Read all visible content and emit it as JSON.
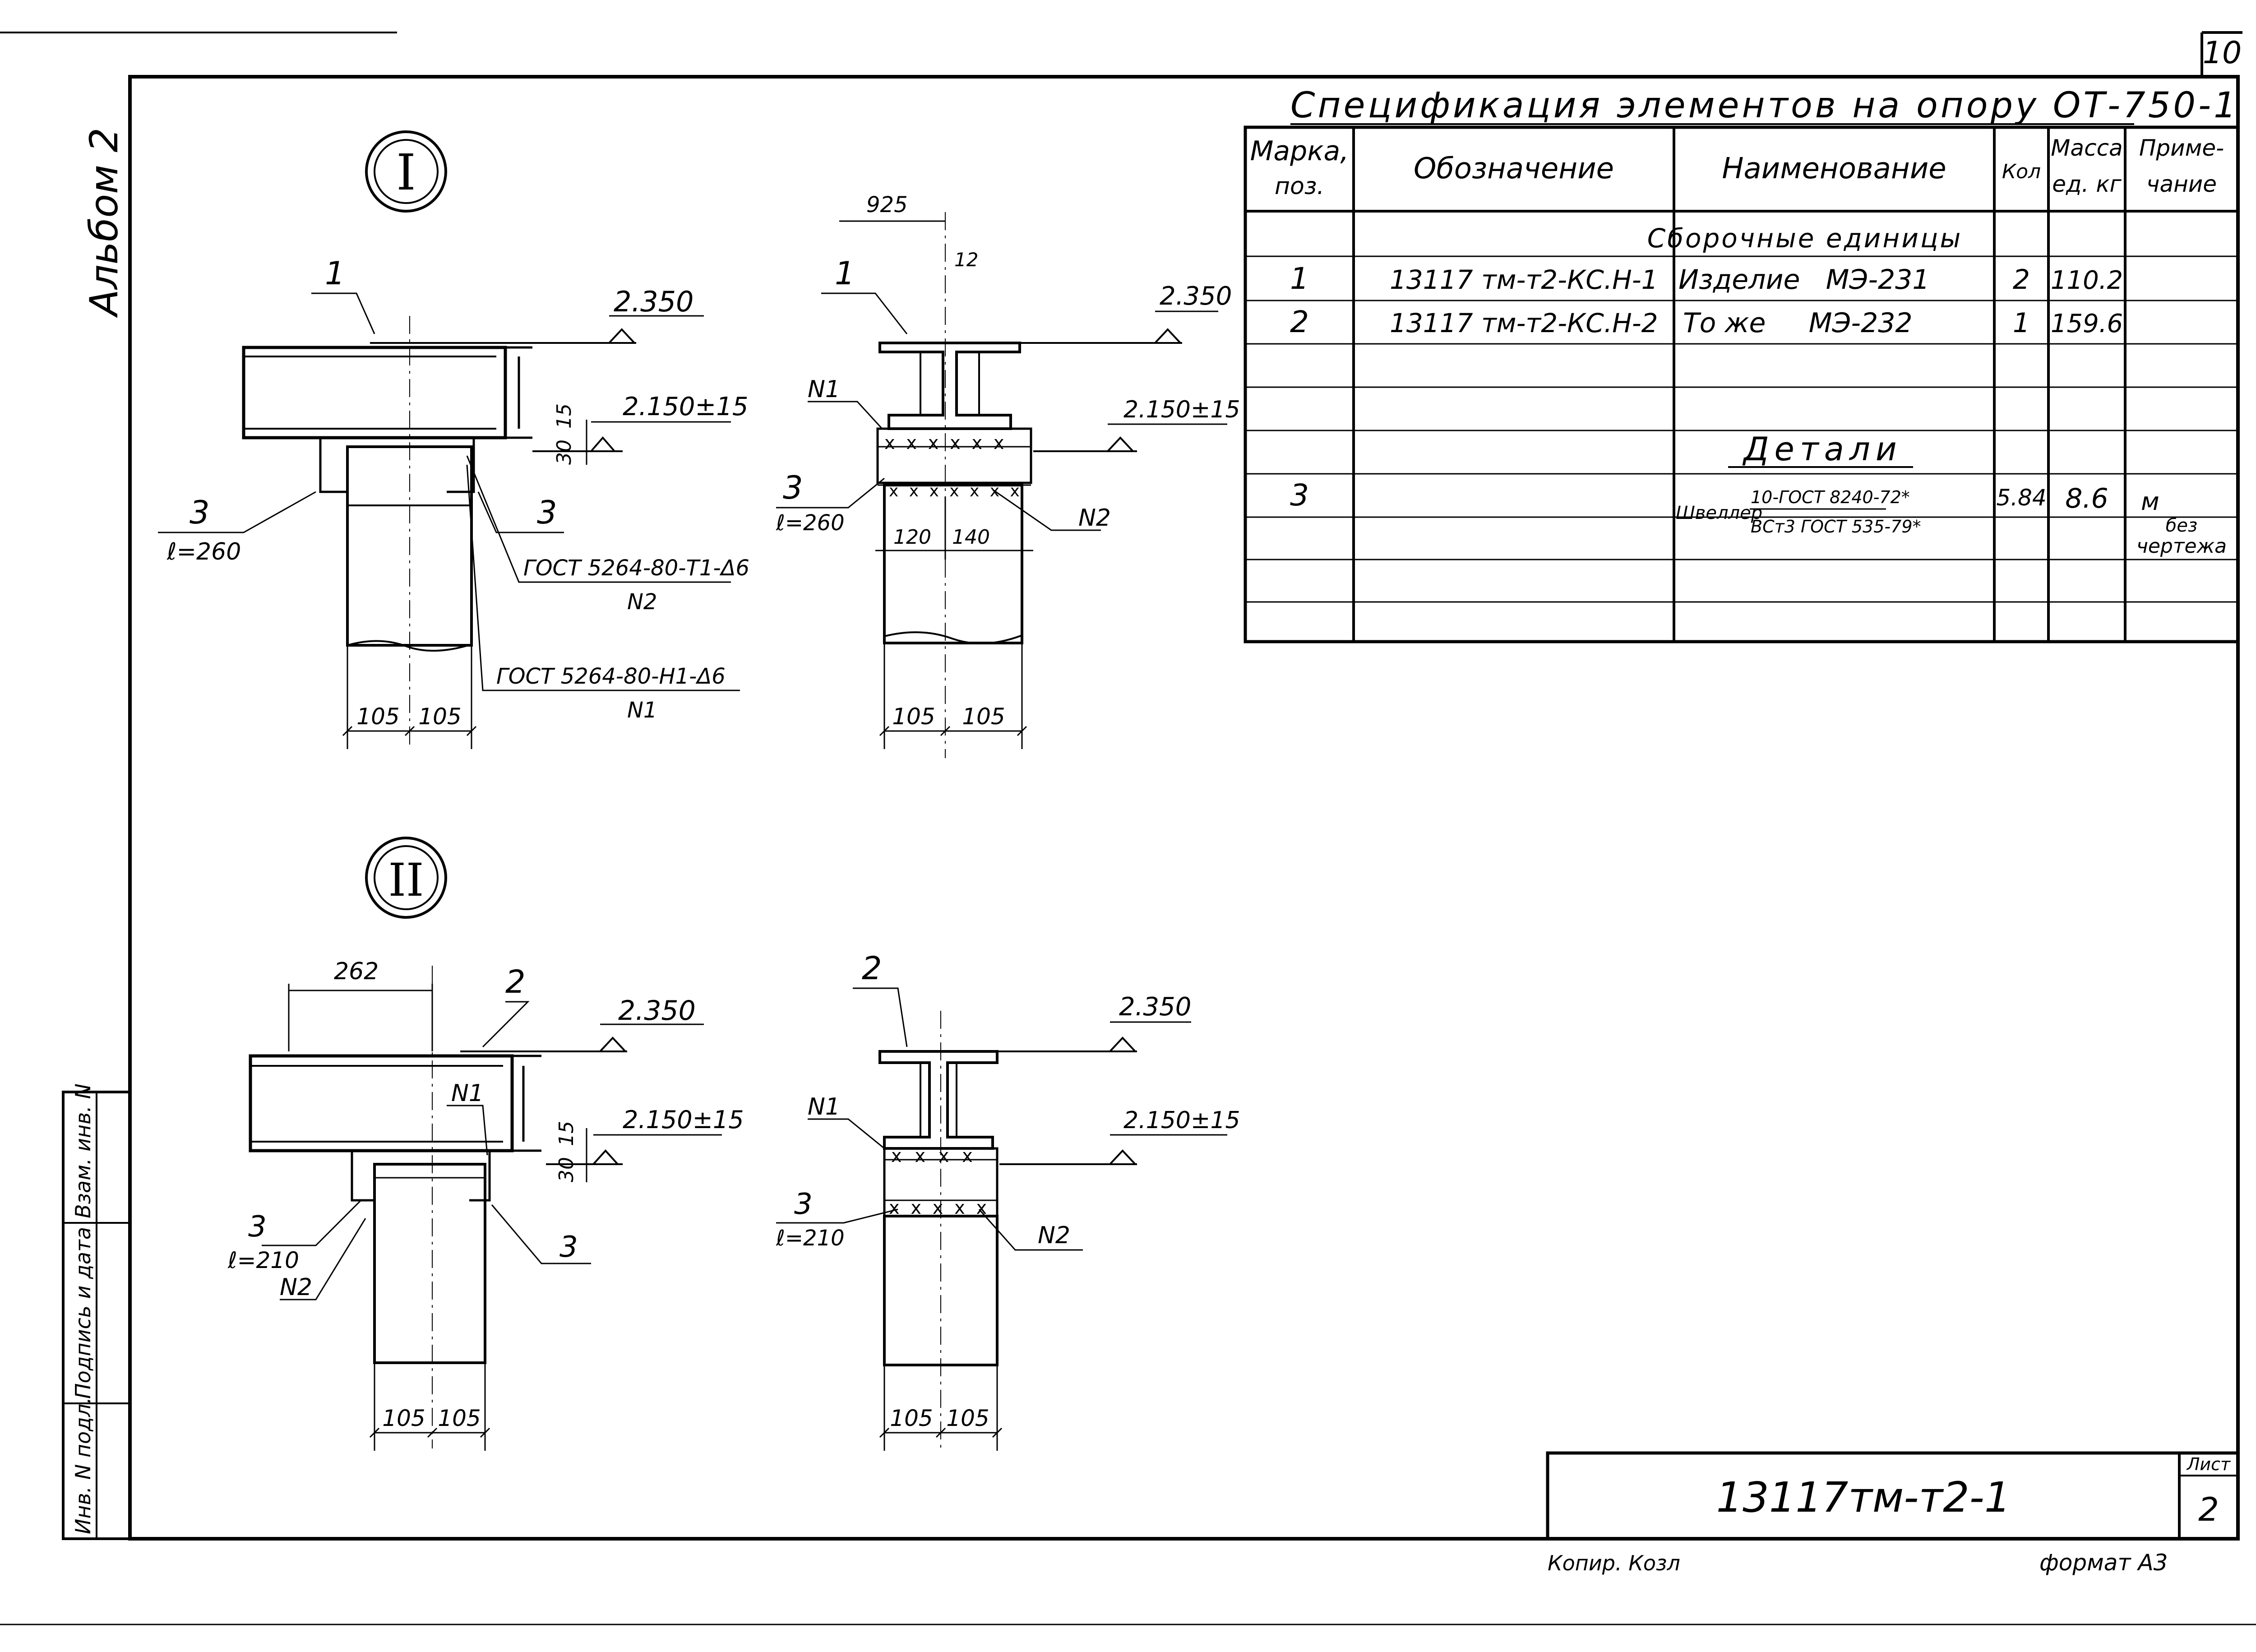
{
  "page_number": "10",
  "album_label": "Альбом 2",
  "section_I_mark": "I",
  "section_II_mark": "II",
  "spec": {
    "title": "Спецификация элементов на опору ОТ-750-1",
    "headers": {
      "mark": "Марка, поз.",
      "designation": "Обозначение",
      "name": "Наименование",
      "qty": "Кол",
      "mass": "Масса ед. кг",
      "note": "Приме- чание"
    },
    "group_assembly": "Сборочные единицы",
    "group_details": "Детали",
    "rows": [
      {
        "mark": "1",
        "designation": "13117 тм-т2-КС.Н-1",
        "name": "Изделие   МЭ-231",
        "qty": "2",
        "mass": "110.2",
        "note": ""
      },
      {
        "mark": "2",
        "designation": "13117 тм-т2-КС.Н-2",
        "name": "То же     МЭ-232",
        "qty": "1",
        "mass": "159.6",
        "note": ""
      }
    ],
    "detail_row": {
      "mark": "3",
      "name_prefix": "Швеллер",
      "name_top": "10-ГОСТ 8240-72*",
      "name_bottom": "ВСт3 ГОСТ 535-79*",
      "qty": "5.84",
      "mass": "8.6",
      "unit": "м",
      "note": "без чертежа"
    }
  },
  "drawings": {
    "I_left": {
      "elev_top": "2.350",
      "elev_bottom": "2.150±15",
      "dim_15": "15",
      "dim_30": "30",
      "pos1": "1",
      "pos3_left": "3",
      "pos3_right": "3",
      "len": "ℓ=260",
      "weld_1": "ГОСТ 5264-80-Т1-Δ6",
      "weld_1_n": "N2",
      "weld_2": "ГОСТ 5264-80-Н1-Δ6",
      "weld_2_n": "N1",
      "dim_a": "105",
      "dim_b": "105"
    },
    "I_right": {
      "dim_925": "925",
      "dim_12": "12",
      "pos1": "1",
      "elev_top": "2.350",
      "elev_bottom": "2.150±15",
      "n1": "N1",
      "pos3": "3",
      "len": "ℓ=260",
      "dim_120": "120",
      "dim_140": "140",
      "n2": "N2",
      "dim_a": "105",
      "dim_b": "105"
    },
    "II_left": {
      "dim_262": "262",
      "pos2": "2",
      "elev_top": "2.350",
      "elev_bottom": "2.150±15",
      "n1": "N1",
      "dim_15": "15",
      "dim_30": "30",
      "pos3_left": "3",
      "len": "ℓ=210",
      "n2": "N2",
      "pos3_right": "3",
      "dim_a": "105",
      "dim_b": "105"
    },
    "II_right": {
      "pos2": "2",
      "elev_top": "2.350",
      "n1": "N1",
      "elev_bottom": "2.150±15",
      "pos3": "3",
      "len": "ℓ=210",
      "n2": "N2",
      "dim_a": "105",
      "dim_b": "105"
    }
  },
  "stamp": {
    "side_labels": [
      "Инв. N подл.",
      "Подпись и дата",
      "Взам. инв. N"
    ],
    "code": "13117тм-т2-1",
    "sheet_label": "Лист",
    "sheet_no": "2"
  },
  "footer": {
    "copied": "Копир. Козл",
    "format": "формат А3"
  }
}
